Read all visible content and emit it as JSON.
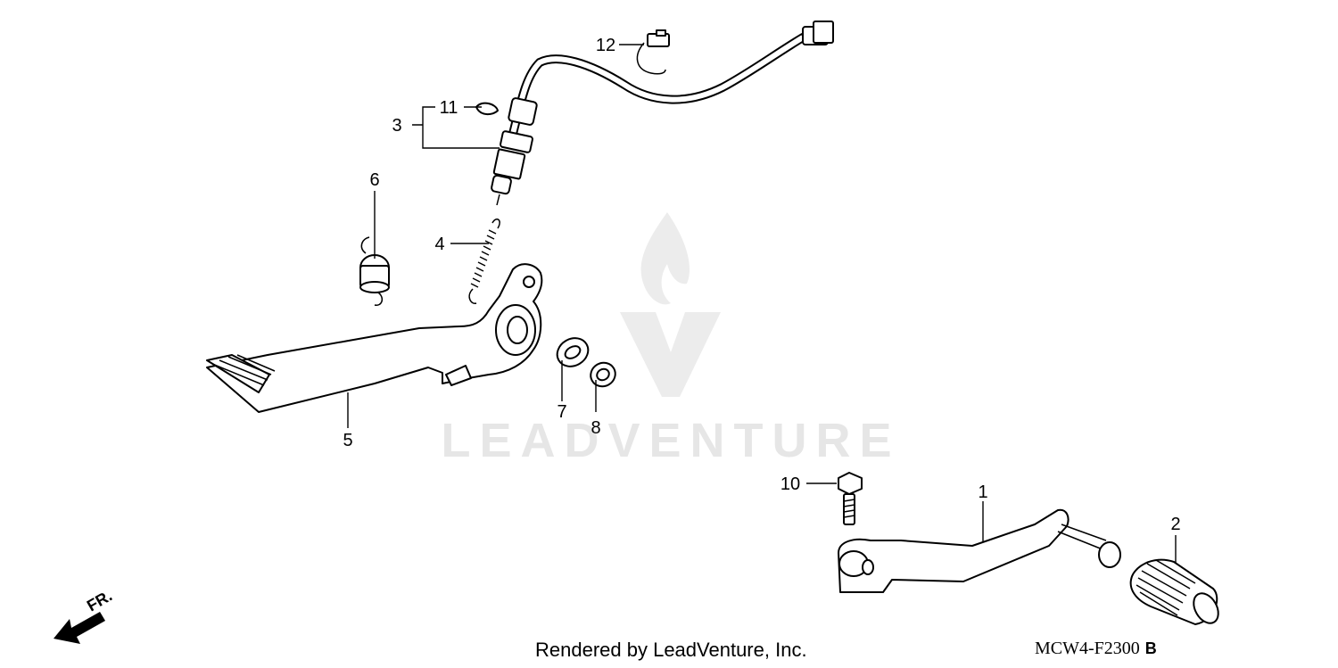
{
  "watermark": {
    "text": "LEADVENTURE"
  },
  "callouts": [
    {
      "id": "1",
      "label": "1"
    },
    {
      "id": "2",
      "label": "2"
    },
    {
      "id": "3",
      "label": "3"
    },
    {
      "id": "4",
      "label": "4"
    },
    {
      "id": "5",
      "label": "5"
    },
    {
      "id": "6",
      "label": "6"
    },
    {
      "id": "7",
      "label": "7"
    },
    {
      "id": "8",
      "label": "8"
    },
    {
      "id": "10",
      "label": "10"
    },
    {
      "id": "11",
      "label": "11"
    },
    {
      "id": "12",
      "label": "12"
    }
  ],
  "direction": {
    "label": "FR."
  },
  "footer": {
    "credit": "Rendered by LeadVenture, Inc.",
    "diagram_code": "MCW4-F2300",
    "diagram_variant": "B"
  }
}
